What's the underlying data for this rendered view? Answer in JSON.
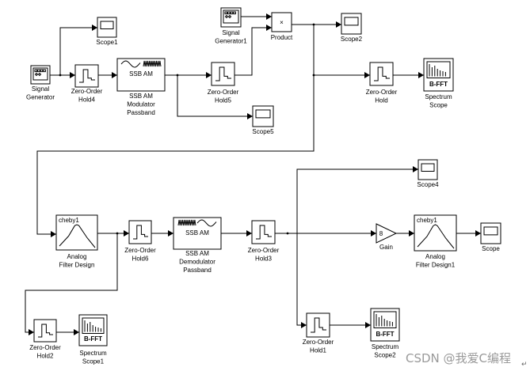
{
  "blocks": {
    "siggen": {
      "label": [
        "Signal",
        "Generator"
      ],
      "type": "signal-generator"
    },
    "scope1": {
      "label": [
        "Scope1"
      ],
      "type": "scope"
    },
    "zoh4": {
      "label": [
        "Zero-Order",
        "Hold4"
      ],
      "type": "zero-order-hold"
    },
    "ssbmod": {
      "label": [
        "SSB AM",
        "Modulator",
        "Passband"
      ],
      "type": "ssb-am",
      "text": "SSB AM"
    },
    "zoh5": {
      "label": [
        "Zero-Order",
        "Hold5"
      ],
      "type": "zero-order-hold"
    },
    "scope5": {
      "label": [
        "Scope5"
      ],
      "type": "scope"
    },
    "siggen1": {
      "label": [
        "Signal",
        "Generator1"
      ],
      "type": "signal-generator"
    },
    "product": {
      "label": [
        "Product"
      ],
      "type": "product",
      "text": "×"
    },
    "scope2": {
      "label": [
        "Scope2"
      ],
      "type": "scope"
    },
    "zoh": {
      "label": [
        "Zero-Order",
        "Hold"
      ],
      "type": "zero-order-hold"
    },
    "spec": {
      "label": [
        "Spectrum",
        "Scope"
      ],
      "type": "spectrum-scope",
      "text": "B-FFT"
    },
    "afd": {
      "label": [
        "Analog",
        "Filter Design"
      ],
      "type": "filter",
      "text": "cheby1"
    },
    "zoh6": {
      "label": [
        "Zero-Order",
        "Hold6"
      ],
      "type": "zero-order-hold"
    },
    "ssbdemod": {
      "label": [
        "SSB AM",
        "Demodulator",
        "Passband"
      ],
      "type": "ssb-am",
      "text": "SSB AM"
    },
    "zoh3": {
      "label": [
        "Zero-Order",
        "Hold3"
      ],
      "type": "zero-order-hold"
    },
    "zoh2": {
      "label": [
        "Zero-Order",
        "Hold2"
      ],
      "type": "zero-order-hold"
    },
    "spec1": {
      "label": [
        "Spectrum",
        "Scope1"
      ],
      "type": "spectrum-scope",
      "text": "B-FFT"
    },
    "scope4": {
      "label": [
        "Scope4"
      ],
      "type": "scope"
    },
    "gain": {
      "label": [
        "Gain"
      ],
      "type": "gain",
      "text": "8"
    },
    "afd1": {
      "label": [
        "Analog",
        "Filter Design1"
      ],
      "type": "filter",
      "text": "cheby1"
    },
    "scope": {
      "label": [
        "Scope"
      ],
      "type": "scope"
    },
    "zoh1": {
      "label": [
        "Zero-Order",
        "Hold1"
      ],
      "type": "zero-order-hold"
    },
    "spec2": {
      "label": [
        "Spectrum",
        "Scope2"
      ],
      "type": "spectrum-scope",
      "text": "B-FFT"
    }
  },
  "watermark": "CSDN @我爱C编程",
  "return_mark": "↵"
}
